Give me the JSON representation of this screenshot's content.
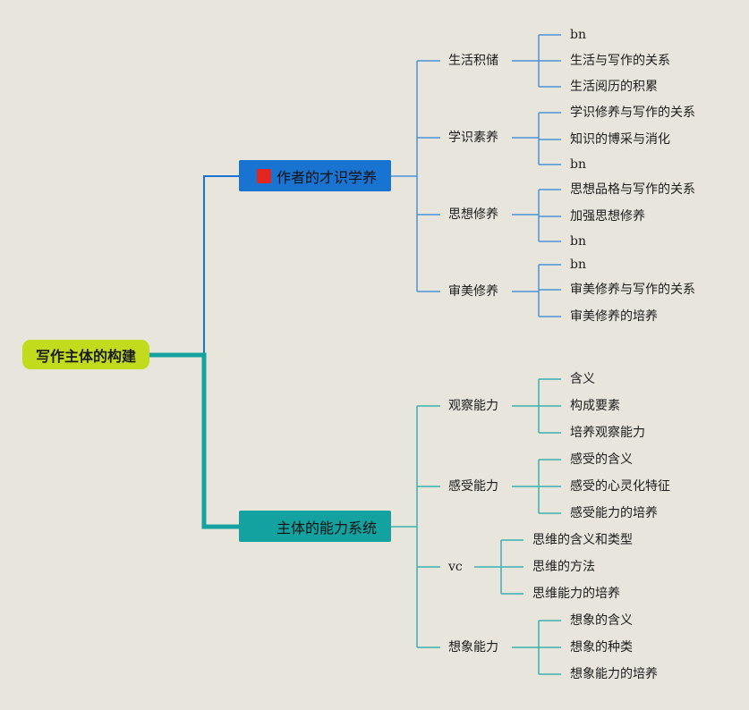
{
  "root": {
    "label": "写作主体的构建"
  },
  "colors": {
    "root": "#c3db1d",
    "branch1": "#1874d0",
    "branch2": "#13a2a0",
    "flag": "#e3261f",
    "background": "#e8e5dc"
  },
  "branch1": {
    "label": "作者的才识学养",
    "icon": "red-flag-icon",
    "subs": [
      {
        "label": "生活积储",
        "leaves": [
          "bn",
          "生活与写作的关系",
          "生活阅历的积累"
        ]
      },
      {
        "label": "学识素养",
        "leaves": [
          "学识修养与写作的关系",
          "知识的博采与消化",
          "bn"
        ]
      },
      {
        "label": "思想修养",
        "leaves": [
          "思想品格与写作的关系",
          "加强思想修养",
          "bn"
        ]
      },
      {
        "label": "审美修养",
        "leaves": [
          "bn",
          "审美修养与写作的关系",
          "审美修养的培养"
        ]
      }
    ]
  },
  "branch2": {
    "label": "主体的能力系统",
    "icon": "teal-flag-icon",
    "subs": [
      {
        "label": "观察能力",
        "leaves": [
          "含义",
          "构成要素",
          "培养观察能力"
        ]
      },
      {
        "label": "感受能力",
        "leaves": [
          "感受的含义",
          "感受的心灵化特征",
          "感受能力的培养"
        ]
      },
      {
        "label": "vc",
        "leaves": [
          "思维的含义和类型",
          "思维的方法",
          "思维能力的培养"
        ]
      },
      {
        "label": "想象能力",
        "leaves": [
          "想象的含义",
          "想象的种类",
          "想象能力的培养"
        ]
      }
    ]
  }
}
